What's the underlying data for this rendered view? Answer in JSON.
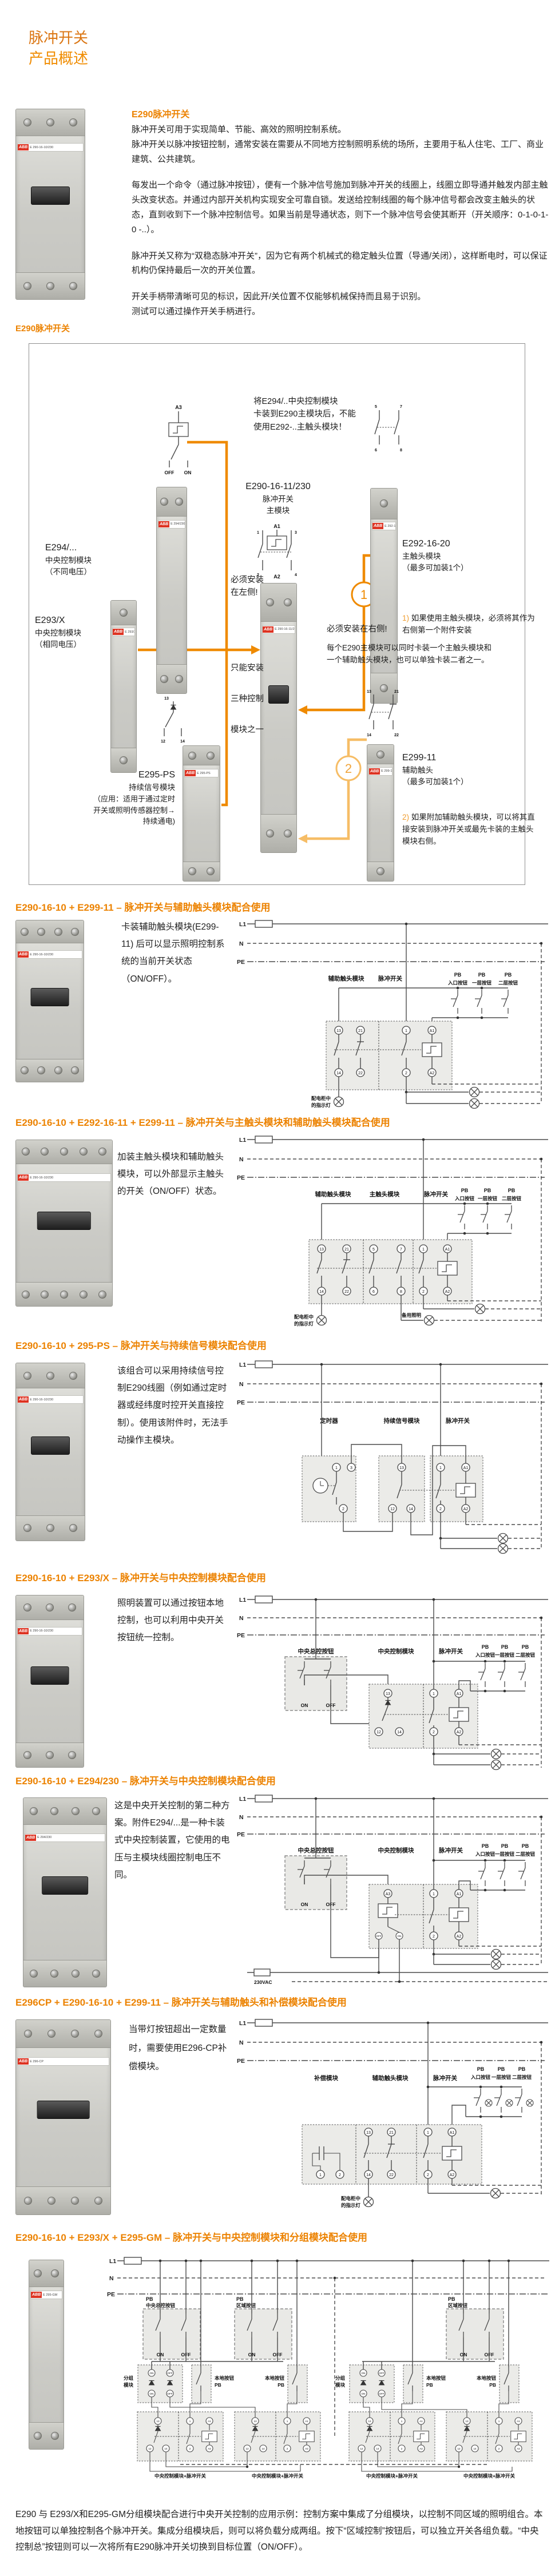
{
  "page": {
    "title1": "脉冲开关",
    "title2": "产品概述"
  },
  "photos": {
    "brand": "ABB",
    "intro": "E 290-16-10/230",
    "ov_e294": "E 294/230",
    "ov_e292": "E 292-16-20",
    "ov_e290": "E 290-16-11/230",
    "ov_e293": "E 293/X",
    "ov_e295": "E 295-PS",
    "ov_e299": "E 299-11",
    "s2": "E 290-16-10/230",
    "s3": "E 290-16-10/230",
    "s4": "E 290-16-10/230",
    "s5": "E 290-16-10/230",
    "s6": "E 294/230",
    "s7": "E 296-CP",
    "s8": "E 295-GM"
  },
  "intro": {
    "heading": "E290脉冲开关",
    "p1": "脉冲开关可用于实现简单、节能、高效的照明控制系统。",
    "p2": "脉冲开关以脉冲按钮控制，通常安装在需要从不同地方控制照明系统的场所，主要用于私人住宅、工厂、商业建筑、公共建筑。",
    "p3": "每发出一个命令（通过脉冲按钮），便有一个脉冲信号施加到脉冲开关的线圈上，线圈立即导通并触发内部主触头改变状态。并通过内部开关机构实现安全可靠自锁。发送给控制线圈的每个脉冲信号都会改变主触头的状态，直到收到下一个脉冲控制信号。如果当前是导通状态，则下一个脉冲信号会使其断开（开关顺序：0-1-0-1-0 -..）。",
    "p4": "脉冲开关又称为“双稳态脉冲开关”，因为它有两个机械式的稳定触头位置（导通/关闭），这样断电时，可以保证机构仍保持最后一次的开关位置。",
    "p5": "开关手柄带清晰可见的标识，因此开/关位置不仅能够机械保持而且易于识别。",
    "p6": "测试可以通过操作开关手柄进行。"
  },
  "overview": {
    "heading": "E290脉冲开关",
    "note_top": "将E294/..中央控制模块\n卡装到E290主模块后，不能\n使用E292-..主触头模块！",
    "e294": {
      "code": "E294/...",
      "name": "中央控制模块",
      "sub": "（不同电压）"
    },
    "e292": {
      "code": "E292-16-20",
      "name": "主触头模块",
      "sub": "（最多可加装1个）"
    },
    "note1_n": "1)",
    "note1": "如果使用主触头模块，必须将其作为右侧第一个附件安装",
    "e290": {
      "code": "E290-16-11/230",
      "name": "脉冲开关",
      "sub": "主模块"
    },
    "e293": {
      "code": "E293/X",
      "name": "中央控制模块",
      "sub": "（相同电压）"
    },
    "left_note": "必须安装\n在左侧!",
    "only": [
      "只能安装",
      "三种控制",
      "模块之一"
    ],
    "right_title": "必须安装在右侧!",
    "right_note": "每个E290主模块可以同时卡装一个主触头模块和\n一个辅助触头模块，也可以单独卡装二者之一。",
    "e295": {
      "code": "E295-PS",
      "name": "持续信号模块",
      "sub": "（应用：适用于通过定时\n开关或照明传感器控制→\n持续通电)"
    },
    "e299": {
      "code": "E299-11",
      "name": "辅助触头",
      "sub": "（最多可加装1个）"
    },
    "note2_n": "2)",
    "note2": "如果附加辅助触头模块，可以将其直接安装到脉冲开关或最先卡装的主触头模块右侧。",
    "c1": "1",
    "c2": "2",
    "sym": {
      "a3": "A3",
      "a1": "A1",
      "a2": "A2",
      "off": "OFF",
      "on": "ON",
      "n1": "1",
      "n2": "2",
      "n3": "3",
      "n4": "4",
      "n5": "5",
      "n6": "6",
      "n7": "7",
      "n8": "8",
      "n12": "12",
      "n13": "13",
      "n14": "14",
      "n21": "21",
      "n22": "22"
    }
  },
  "common": {
    "bus": [
      "L1",
      "N",
      "PE"
    ],
    "pb": "PB",
    "pbsub": [
      "入口按钮",
      "一层按钮",
      "二层按钮"
    ],
    "lamp_cap": [
      "配电柜中",
      "的指示灯"
    ],
    "on": "ON",
    "off": "OFF",
    "vac": "230VAC"
  },
  "sections": [
    {
      "heading": "E290-16-10 + E299-11 – 脉冲开关与辅助触头模块配合使用",
      "desc": "卡装辅助触头模块(E299-11) 后可以显示照明控制系统的当前开关状态（ON/OFF）。",
      "cols": [
        "辅助触头模块",
        "脉冲开关"
      ],
      "t": [
        "13",
        "21",
        "1",
        "A1",
        "14",
        "22",
        "2",
        "A2"
      ]
    },
    {
      "heading": "E290-16-10 + E292-16-11 + E299-11 – 脉冲开关与主触头模块和辅助触头模块配合使用",
      "desc": "加装主触头模块和辅助触头模块，可以外部显示主触头的开关（ON/OFF）状态。",
      "cols": [
        "辅助触头模块",
        "主触头模块",
        "脉冲开关"
      ],
      "t": [
        "13",
        "21",
        "5",
        "7",
        "1",
        "A1",
        "14",
        "22",
        "6",
        "8",
        "2",
        "A2"
      ],
      "standby": "备用照明"
    },
    {
      "heading": "E290-16-10 + 295-PS – 脉冲开关与持续信号模块配合使用",
      "desc": "该组合可以采用持续信号控制E290线圈（例如通过定时器或经纬度时控开关直接控制）。使用该附件时，无法手动操作主模块。",
      "cols": [
        "定时器",
        "持续信号模块",
        "脉冲开关"
      ],
      "t": [
        "1",
        "3",
        "2",
        "13",
        "12",
        "14",
        "1",
        "A1",
        "2",
        "A2"
      ]
    },
    {
      "heading": "E290-16-10 + E293/X – 脉冲开关与中央控制模块配合使用",
      "desc": "照明装置可以通过按钮本地控制，也可以利用中央开关按钮统一控制。",
      "cols": [
        "中央总控按钮",
        "中央控制模块",
        "脉冲开关"
      ],
      "t": [
        "13",
        "12",
        "14",
        "1",
        "A1",
        "2",
        "A2"
      ]
    },
    {
      "heading": "E290-16-10 + E294/230 – 脉冲开关与中央控制模块配合使用",
      "desc": "这是中央开关控制的第二种方案。附件E294/...是一种卡装式中央控制装置，它使用的电压与主模块线圈控制电压不同。",
      "cols": [
        "中央总控按钮",
        "中央控制模块",
        "脉冲开关"
      ],
      "t": [
        "A3",
        "OFF",
        "ON",
        "1",
        "A1",
        "2",
        "A2"
      ]
    },
    {
      "heading": "E296CP + E290-16-10 + E299-11 – 脉冲开关与辅助触头和补偿模块配合使用",
      "desc": "当带灯按钮超出一定数量时，需要使用E296-CP补偿模块。",
      "cols": [
        "补偿模块",
        "辅助触头模块",
        "脉冲开关"
      ],
      "t": [
        "1",
        "2",
        "13",
        "21",
        "14",
        "22",
        "1",
        "A1",
        "2",
        "A2"
      ]
    },
    {
      "heading": "E290-16-10 + E293/X + E295-GM – 脉冲开关与中央控制模块和分组模块配合使用",
      "pbname": [
        "中央总控按钮",
        "区域按钮",
        "区域按钮"
      ],
      "group": [
        "分组",
        "模块"
      ],
      "local": [
        "本地按钮",
        "PB"
      ],
      "unit": "中央控制模块+脉冲开关",
      "t": [
        "13",
        "12",
        "14",
        "1",
        "A1",
        "2",
        "A2"
      ]
    }
  ],
  "footer": "E290 与 E293/X和E295-GM分组模块配合进行中央开关控制的应用示例：控制方案中集成了分组模块，以控制不同区域的照明组合。本地按钮可以单独控制各个脉冲开关。集成分组模块后，则可以将负载分成两组。按下“区域控制”按钮后，可以独立开关各组负载。“中央控制总”按钮则可以一次将所有E290脉冲开关切换到目标位置（ON/OFF）。"
}
